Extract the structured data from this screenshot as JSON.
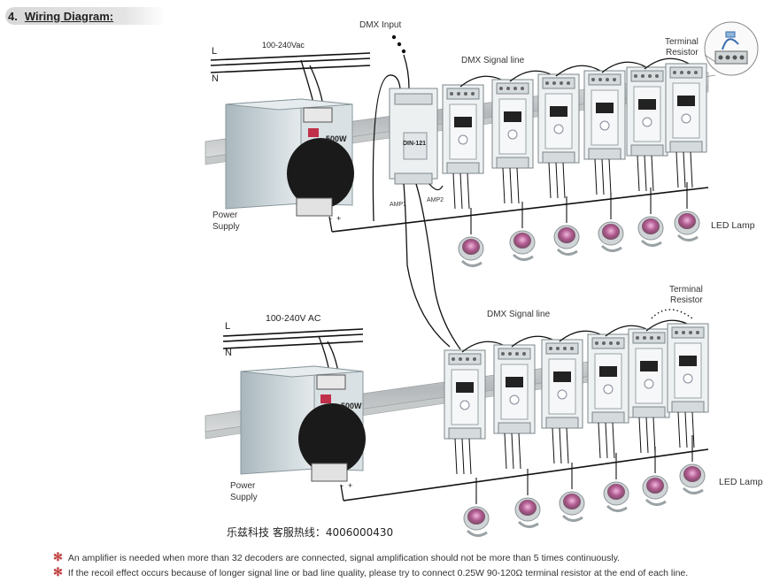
{
  "header": {
    "number": "4.",
    "title": "Wiring Diagram:"
  },
  "labels": {
    "dmx_input": "DMX Input",
    "dmx_signal_line": "DMX Signal line",
    "terminal_resistor_line1": "Terminal",
    "terminal_resistor_line2": "Resistor",
    "L": "L",
    "N": "N",
    "voltage_top": "100-240Vac",
    "voltage_bottom": "100-240V  AC",
    "power_supply_line1": "Power",
    "power_supply_line2": "Supply",
    "led_lamp": "LED Lamp",
    "amp1": "AMP1",
    "amp2": "AMP2",
    "amplifier_model": "DIN-121",
    "psu_rating": "500W",
    "minus": "-",
    "plus": "+"
  },
  "hotline": "乐兹科技 客服热线：4006000430",
  "notes": [
    "An amplifier is needed when more than 32 decoders are connected, signal amplification should not be more than 5 times continuously.",
    "If the recoil effect occurs because of longer signal line or bad line quality, please try to connect 0.25W 90-120Ω terminal resistor at the end of each line."
  ],
  "colors": {
    "note_star": "#c04040",
    "wire": "#1a1a1a",
    "rail": "#b9bcbe",
    "psu": "#c9d2d6"
  }
}
